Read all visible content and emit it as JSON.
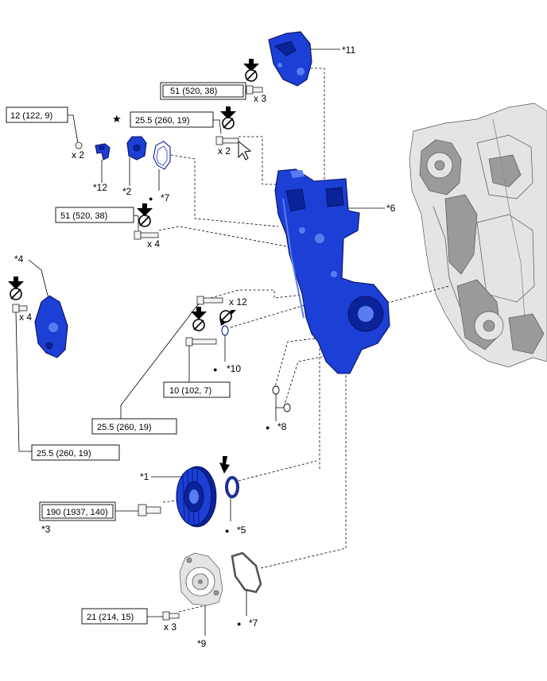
{
  "labels": {
    "p1": "*1",
    "p2": "*2",
    "p3": "*3",
    "p4": "*4",
    "p5": "*5",
    "p6": "*6",
    "p7a": "*7",
    "p7b": "*7",
    "p8": "*8",
    "p9": "*9",
    "p10": "*10",
    "p11": "*11",
    "p12": "*12"
  },
  "quantities": {
    "q11": "x 3",
    "q12": "x 2",
    "q2": "x 2",
    "qcover": "x 4",
    "q4": "x 4",
    "q12b": "x 12",
    "q9": "x 3"
  },
  "torques": {
    "t11": "51 (520, 38)",
    "t12": "12 (122, 9)",
    "t2": "25.5 (260, 19)",
    "tcover": "51 (520, 38)",
    "t10": "10 (102, 7)",
    "tbolt12": "25.5 (260, 19)",
    "t4": "25.5 (260, 19)",
    "t3": "190 (1937, 140)",
    "t9": "21 (214, 15)"
  },
  "symbols": {
    "star": "★",
    "dot": "●"
  },
  "colors": {
    "part_highlight": "#1c3fd6",
    "engine_block": "#e4e4e4"
  },
  "icons": [
    "do-not-reuse-icon",
    "apply-adhesive-icon",
    "new-part-icon",
    "tighten-arrow-icon"
  ]
}
